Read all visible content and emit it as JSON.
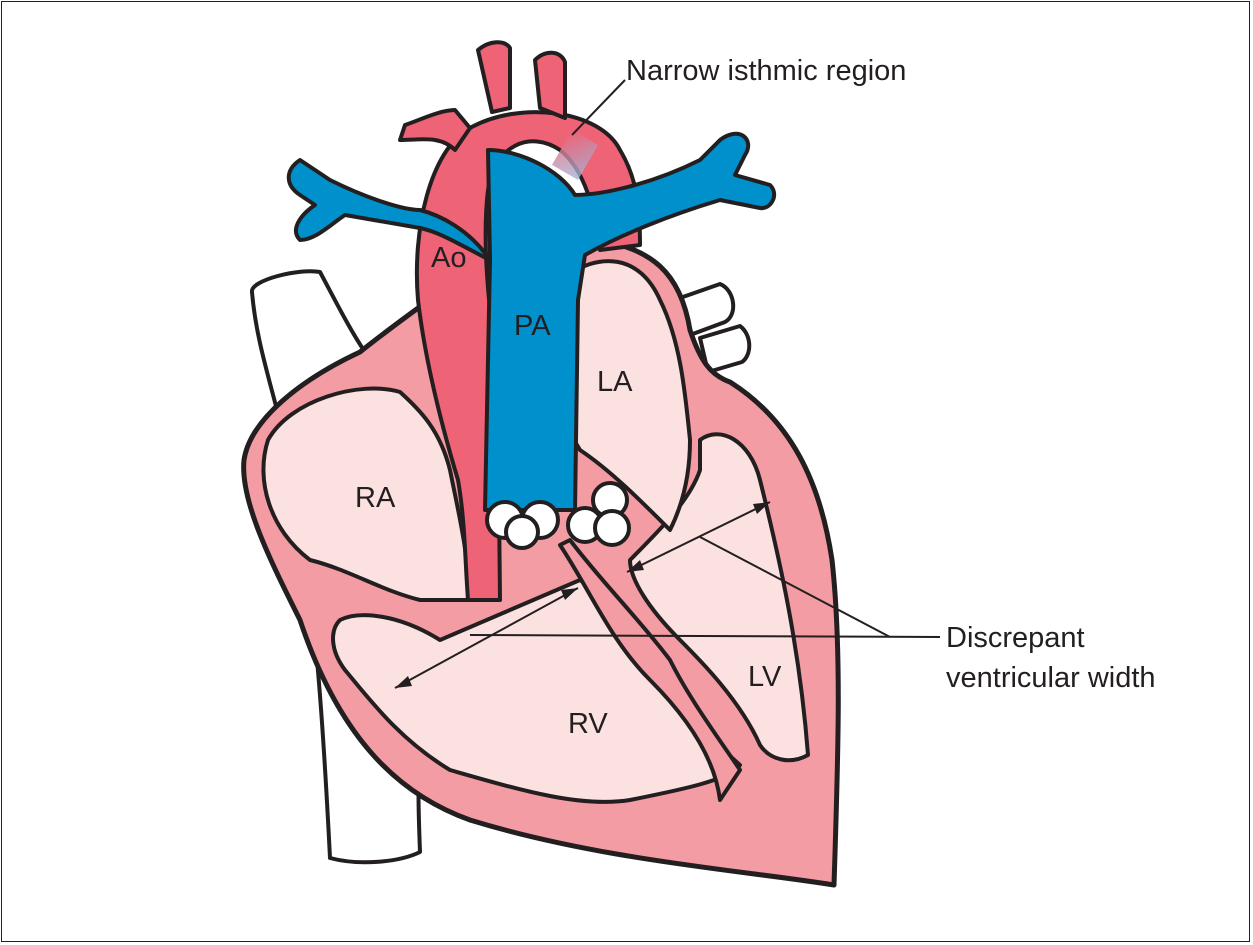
{
  "labels": {
    "isthmus": "Narrow isthmic region",
    "aorta": "Ao",
    "pulmonary_artery": "PA",
    "left_atrium": "LA",
    "right_atrium": "RA",
    "right_ventricle": "RV",
    "left_ventricle": "LV",
    "discrepant_line1": "Discrepant",
    "discrepant_line2": "ventricular width"
  },
  "colors": {
    "aorta": "#ef6377",
    "pulmonary": "#0090cb",
    "myocardium": "#f49ca3",
    "chamber": "#fce1e1",
    "outline": "#231f20"
  }
}
